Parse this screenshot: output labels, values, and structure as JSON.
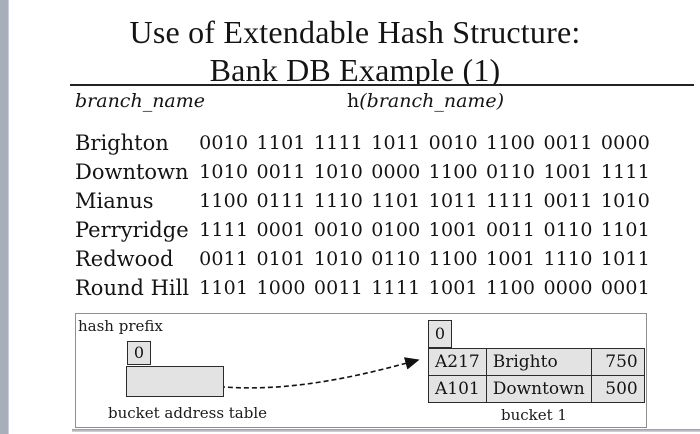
{
  "title": {
    "line1": "Use of Extendable Hash Structure:",
    "line2": "Bank DB Example (1)"
  },
  "hash_table": {
    "col1_header": "branch_name",
    "col2_header_h": "h",
    "col2_header_args": "(branch_name)",
    "rows": [
      {
        "branch": "Brighton",
        "hash": "0010 1101 1111 1011 0010 1100 0011 0000"
      },
      {
        "branch": "Downtown",
        "hash": "1010 0011 1010 0000 1100 0110 1001 1111"
      },
      {
        "branch": "Mianus",
        "hash": "1100 0111 1110 1101 1011 1111 0011 1010"
      },
      {
        "branch": "Perryridge",
        "hash": "1111 0001 0010 0100 1001 0011 0110 1101"
      },
      {
        "branch": "Redwood",
        "hash": "0011 0101 1010 0110 1100 1001 1110 1011"
      },
      {
        "branch": "Round Hill",
        "hash": "1101 1000 0011 1111 1001 1100 0000 0001"
      }
    ]
  },
  "diagram": {
    "hash_prefix_label": "hash prefix",
    "hash_prefix_value": "0",
    "bucket_address_table_label": "bucket address table",
    "bucket_local_depth": "0",
    "bucket_label": "bucket 1",
    "bucket_rows": [
      {
        "account": "A217",
        "branch": "Brighto",
        "balance": "750"
      },
      {
        "account": "A101",
        "branch": "Downtown",
        "balance": "500"
      }
    ]
  },
  "colors": {
    "sidebar_bar": "#a9aebb",
    "box_fill": "#e3e3e3",
    "box_border": "#2b2b2b",
    "text": "#141414"
  }
}
